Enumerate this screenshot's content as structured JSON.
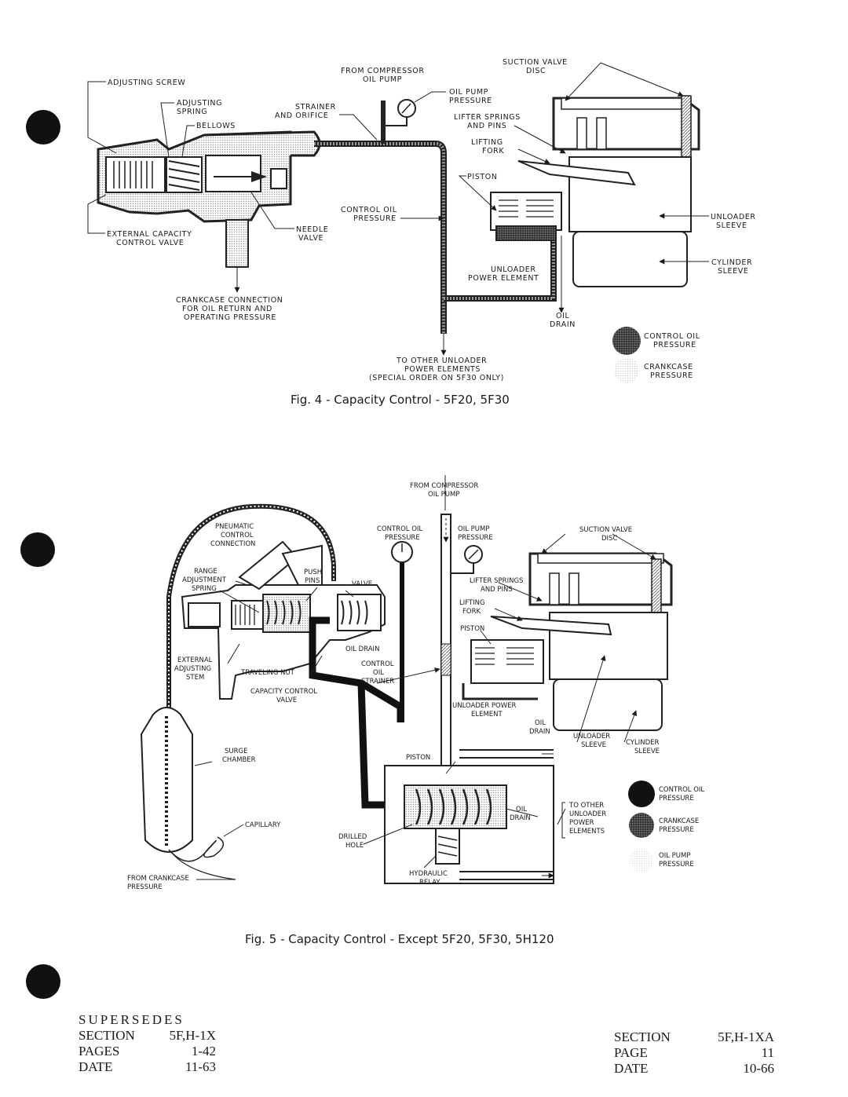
{
  "fig4": {
    "caption": "Fig. 4 - Capacity Control - 5F20, 5F30",
    "labels": {
      "adjusting_screw": "ADJUSTING SCREW",
      "adjusting_spring_1": "ADJUSTING",
      "adjusting_spring_2": "SPRING",
      "bellows": "BELLOWS",
      "strainer_1": "STRAINER",
      "strainer_2": "AND ORIFICE",
      "from_compressor_1": "FROM COMPRESSOR",
      "from_compressor_2": "OIL PUMP",
      "oil_pump_pressure_1": "OIL PUMP",
      "oil_pump_pressure_2": "PRESSURE",
      "suction_valve_1": "SUCTION VALVE",
      "suction_valve_2": "DISC",
      "lifter_springs_1": "LIFTER SPRINGS",
      "lifter_springs_2": "AND PINS",
      "lifting_fork_1": "LIFTING",
      "lifting_fork_2": "FORK",
      "piston": "PISTON",
      "control_oil_1": "CONTROL OIL",
      "control_oil_2": "PRESSURE",
      "unloader_sleeve_1": "UNLOADER",
      "unloader_sleeve_2": "SLEEVE",
      "cylinder_sleeve_1": "CYLINDER",
      "cylinder_sleeve_2": "SLEEVE",
      "ext_capacity_1": "EXTERNAL CAPACITY",
      "ext_capacity_2": "CONTROL VALVE",
      "needle_valve_1": "NEEDLE",
      "needle_valve_2": "VALVE",
      "unloader_power_1": "UNLOADER",
      "unloader_power_2": "POWER ELEMENT",
      "crankcase_conn_1": "CRANKCASE CONNECTION",
      "crankcase_conn_2": "FOR OIL RETURN AND",
      "crankcase_conn_3": "OPERATING PRESSURE",
      "oil_drain_1": "OIL",
      "oil_drain_2": "DRAIN",
      "to_other_1": "TO OTHER UNLOADER",
      "to_other_2": "POWER ELEMENTS",
      "to_other_3": "(SPECIAL ORDER ON 5F30 ONLY)",
      "legend_control_1": "CONTROL OIL",
      "legend_control_2": "PRESSURE",
      "legend_crank_1": "CRANKCASE",
      "legend_crank_2": "PRESSURE"
    }
  },
  "fig5": {
    "caption": "Fig. 5 - Capacity Control - Except 5F20, 5F30, 5H120",
    "labels": {
      "from_compressor_1": "FROM COMPRESSOR",
      "from_compressor_2": "OIL PUMP",
      "control_oil_1": "CONTROL OIL",
      "control_oil_2": "PRESSURE",
      "oil_pump_1": "OIL PUMP",
      "oil_pump_2": "PRESSURE",
      "suction_valve_1": "SUCTION VALVE",
      "suction_valve_2": "DISC",
      "pneumatic_1": "PNEUMATIC",
      "pneumatic_2": "CONTROL",
      "pneumatic_3": "CONNECTION",
      "range_1": "RANGE",
      "range_2": "ADJUSTMENT",
      "range_3": "SPRING",
      "push_pins_1": "PUSH",
      "push_pins_2": "PINS",
      "valve": "VALVE",
      "lifter_1": "LIFTER SPRINGS",
      "lifter_2": "AND PINS",
      "lifting_fork_1": "LIFTING",
      "lifting_fork_2": "FORK",
      "piston_top": "PISTON",
      "oil_drain": "OIL DRAIN",
      "external_1": "EXTERNAL",
      "external_2": "ADJUSTING",
      "external_3": "STEM",
      "traveling_nut": "TRAVELING NUT",
      "control_oil_strainer_1": "CONTROL",
      "control_oil_strainer_2": "OIL",
      "control_oil_strainer_3": "STRAINER",
      "capacity_valve_1": "CAPACITY CONTROL",
      "capacity_valve_2": "VALVE",
      "unloader_power_1": "UNLOADER POWER",
      "unloader_power_2": "ELEMENT",
      "oil_drain2_1": "OIL",
      "oil_drain2_2": "DRAIN",
      "unloader_sleeve_1": "UNLOADER",
      "unloader_sleeve_2": "SLEEVE",
      "cylinder_sleeve_1": "CYLINDER",
      "cylinder_sleeve_2": "SLEEVE",
      "surge_1": "SURGE",
      "surge_2": "CHAMBER",
      "piston_bottom": "PISTON",
      "oil_drain3_1": "OIL",
      "oil_drain3_2": "DRAIN",
      "to_other_1": "TO OTHER",
      "to_other_2": "UNLOADER",
      "to_other_3": "POWER",
      "to_other_4": "ELEMENTS",
      "capillary": "CAPILLARY",
      "drilled_1": "DRILLED",
      "drilled_2": "HOLE",
      "hydraulic_1": "HYDRAULIC",
      "hydraulic_2": "RELAY",
      "from_crankcase_1": "FROM CRANKCASE",
      "from_crankcase_2": "PRESSURE",
      "legend_control_1": "CONTROL OIL",
      "legend_control_2": "PRESSURE",
      "legend_crank_1": "CRANKCASE",
      "legend_crank_2": "PRESSURE",
      "legend_pump_1": "OIL PUMP",
      "legend_pump_2": "PRESSURE"
    }
  },
  "footer_left": {
    "supersedes": "SUPERSEDES",
    "section_label": "SECTION",
    "section_value": "5F,H-1X",
    "pages_label": "PAGES",
    "pages_value": "1-42",
    "date_label": "DATE",
    "date_value": "11-63"
  },
  "footer_right": {
    "section_label": "SECTION",
    "section_value": "5F,H-1XA",
    "page_label": "PAGE",
    "page_value": "11",
    "date_label": "DATE",
    "date_value": "10-66"
  }
}
